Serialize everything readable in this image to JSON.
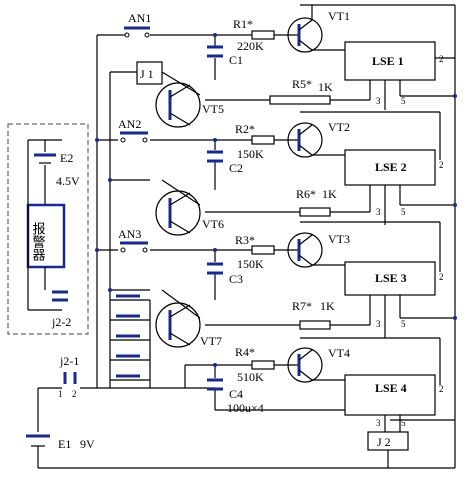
{
  "switches": [
    {
      "label": "AN1"
    },
    {
      "label": "AN2"
    },
    {
      "label": "AN3"
    }
  ],
  "stages": [
    {
      "resistor": "R1*",
      "resistor_value": "220K",
      "capacitor": "C1",
      "transistor": "VT1",
      "chip": "LSE 1"
    },
    {
      "resistor": "R2*",
      "resistor_value": "150K",
      "capacitor": "C2",
      "transistor": "VT2",
      "chip": "LSE 2"
    },
    {
      "resistor": "R3*",
      "resistor_value": "150K",
      "capacitor": "C3",
      "transistor": "VT3",
      "chip": "LSE 3"
    },
    {
      "resistor": "R4*",
      "resistor_value": "510K",
      "capacitor": "C4",
      "capacitor_value": "100u×4",
      "transistor": "VT4",
      "chip": "LSE 4"
    }
  ],
  "mid_transistors": [
    "VT5",
    "VT6",
    "VT7"
  ],
  "series_resistors": [
    {
      "label": "R5*",
      "value": "1K"
    },
    {
      "label": "R6*",
      "value": "1K"
    },
    {
      "label": "R7*",
      "value": "1K"
    }
  ],
  "relay_coil": "J 1",
  "relay_j2": "J 2",
  "alarm": {
    "battery": "E2",
    "voltage": "4.5V",
    "device": "报警器",
    "contact": "j2-2"
  },
  "contact_j21": "j2-1",
  "main_battery": {
    "label": "E1",
    "voltage": "9V"
  },
  "pins": {
    "two": "2",
    "three": "3",
    "five": "5",
    "one": "1"
  }
}
